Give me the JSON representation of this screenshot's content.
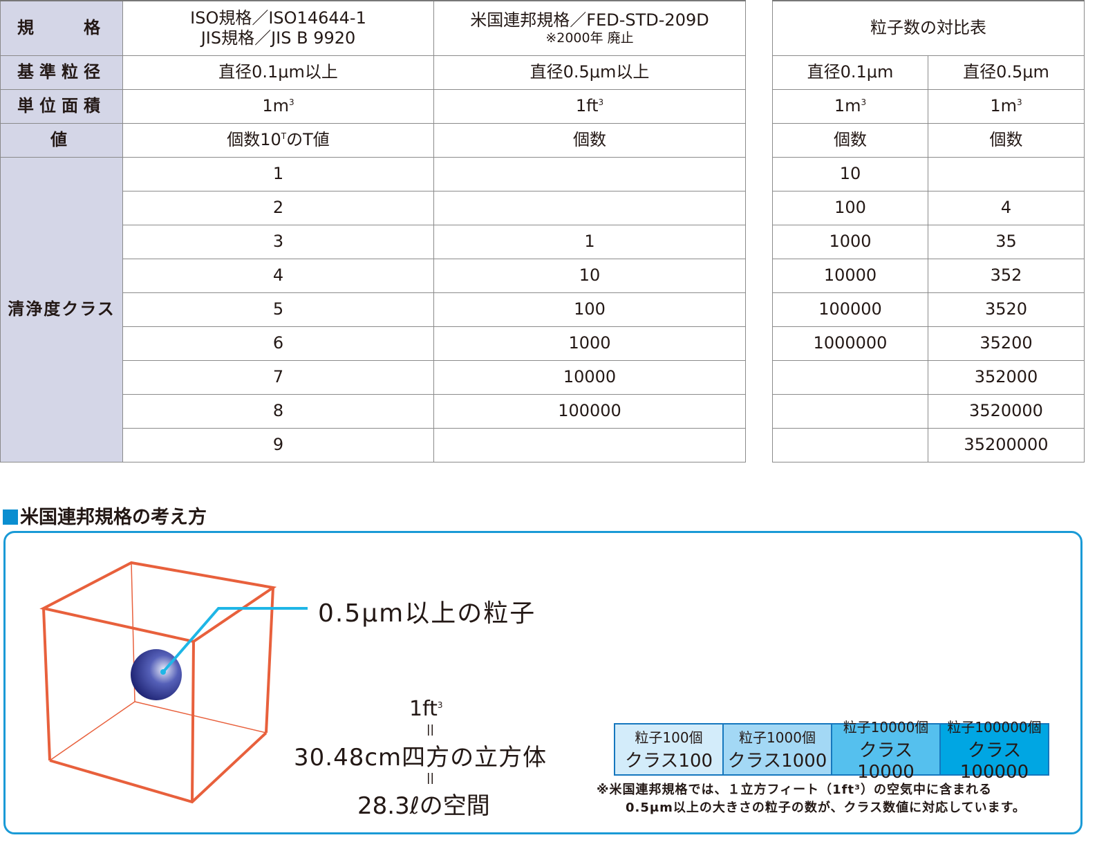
{
  "table": {
    "header_labels": [
      "規　　格",
      "基準粒径",
      "単位面積",
      "値"
    ],
    "iso": {
      "line1": "ISO規格／ISO14644-1",
      "line2": "JIS規格／JIS B 9920",
      "diameter": "直径0.1μm以上",
      "unit": "1m",
      "unit_sup": "3",
      "value_pre": "個数10",
      "value_sup": "T",
      "value_post": "のT値"
    },
    "fed": {
      "line1": "米国連邦規格／FED-STD-209D",
      "line2": "※2000年 廃止",
      "diameter": "直径0.5μm以上",
      "unit": "1ft",
      "unit_sup": "3",
      "value": "個数"
    },
    "compare": {
      "title": "粒子数の対比表",
      "diam1": "直径0.1μm",
      "diam2": "直径0.5μm",
      "unit": "1m",
      "unit_sup": "3",
      "value": "個数"
    },
    "class_label": "清浄度クラス",
    "rows": [
      {
        "iso": "1",
        "fed": "",
        "c01": "10",
        "c05": ""
      },
      {
        "iso": "2",
        "fed": "",
        "c01": "100",
        "c05": "4"
      },
      {
        "iso": "3",
        "fed": "1",
        "c01": "1000",
        "c05": "35"
      },
      {
        "iso": "4",
        "fed": "10",
        "c01": "10000",
        "c05": "352"
      },
      {
        "iso": "5",
        "fed": "100",
        "c01": "100000",
        "c05": "3520"
      },
      {
        "iso": "6",
        "fed": "1000",
        "c01": "1000000",
        "c05": "35200"
      },
      {
        "iso": "7",
        "fed": "10000",
        "c01": "",
        "c05": "352000"
      },
      {
        "iso": "8",
        "fed": "100000",
        "c01": "",
        "c05": "3520000"
      },
      {
        "iso": "9",
        "fed": "",
        "c01": "",
        "c05": "35200000"
      }
    ]
  },
  "section": {
    "title": "米国連邦規格の考え方",
    "particle_label": "0.5μm以上の粒子",
    "volume": "1ft",
    "volume_sup": "3",
    "eq": "＝",
    "cube_desc": "30.48cm四方の立方体",
    "space": "28.3ℓの空間",
    "classes": [
      {
        "particles": "粒子100個",
        "cls": "クラス100",
        "color": "#d3ecfa"
      },
      {
        "particles": "粒子1000個",
        "cls": "クラス1000",
        "color": "#a3d8f5"
      },
      {
        "particles": "粒子10000個",
        "cls": "クラス10000",
        "color": "#55c0ee"
      },
      {
        "particles": "粒子100000個",
        "cls": "クラス100000",
        "color": "#00a6e3"
      }
    ],
    "note1": "※米国連邦規格では、１立方フィート（1ft³）の空気中に含まれる",
    "note2": "0.5μm以上の大きさの粒子の数が、クラス数値に対応しています。"
  }
}
